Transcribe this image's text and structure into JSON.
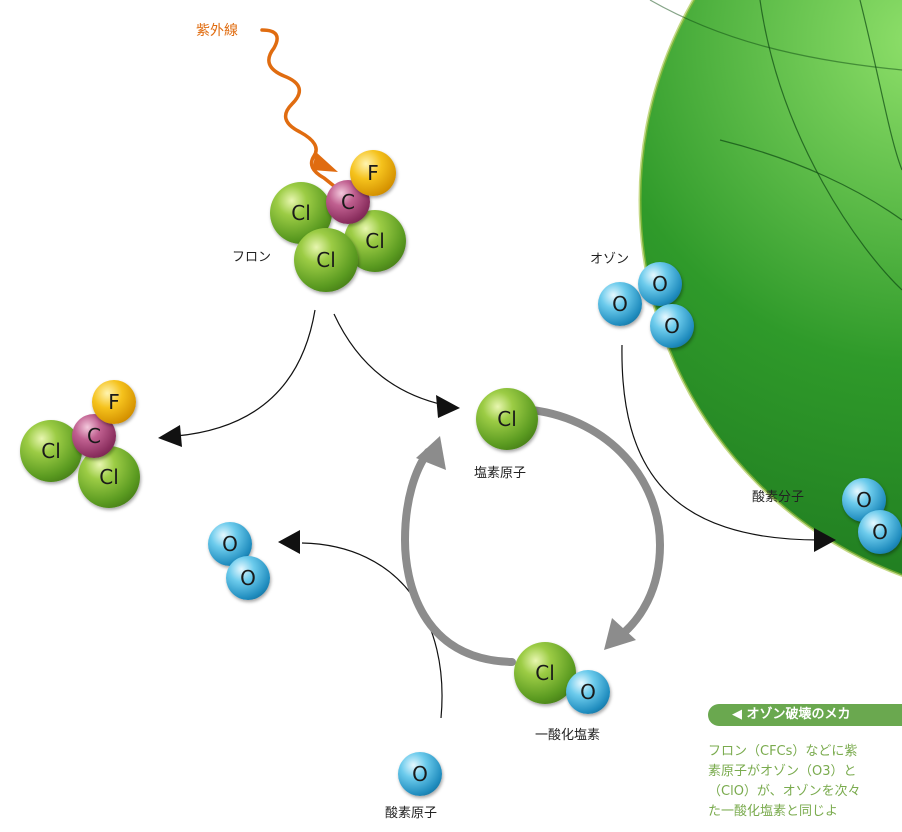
{
  "labels": {
    "uv": "紫外線",
    "freon": "フロン",
    "ozone": "オゾン",
    "chlorine_atom": "塩素原子",
    "oxygen_molecule": "酸素分子",
    "chlorine_monoxide": "一酸化塩素",
    "oxygen_atom": "酸素原子"
  },
  "atoms": {
    "cl": "Cl",
    "c": "C",
    "f": "F",
    "o": "O"
  },
  "caption": {
    "title": "◀ オゾン破壊のメカ",
    "lines": [
      "フロン（CFCs）などに紫",
      "素原子がオゾン（O3）と",
      "（ClO）が、オゾンを次々",
      "た一酸化塩素と同じよ"
    ]
  },
  "colors": {
    "uv_arrow": "#e06c10",
    "cycle_arrow": "#8c8c8c",
    "caption_green": "#6aa84f",
    "globe_green": "#2f9a2a"
  },
  "icons": {
    "uv": "wavy-arrow-icon",
    "cycle": "circular-arrow-icon",
    "flow": "black-arrowhead-icon",
    "caption": "left-triangle-icon"
  }
}
